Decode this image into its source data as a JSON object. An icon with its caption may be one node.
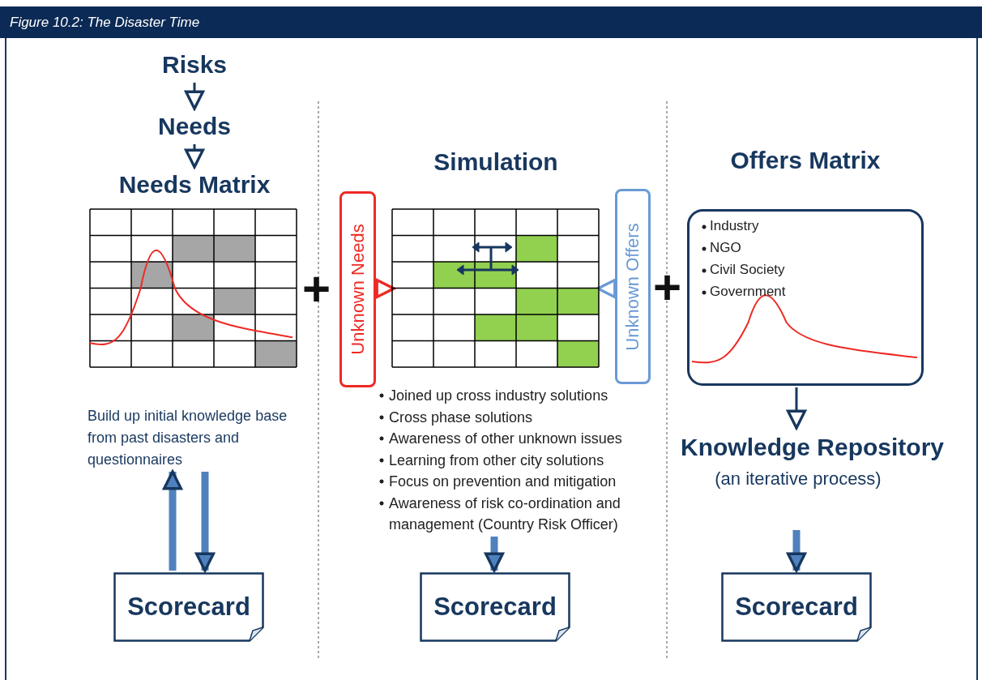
{
  "diagram": {
    "title": "Figure 10.2: The Disaster Time",
    "nodes": [
      {
        "text": [
          "Risks"
        ]
      },
      {
        "text": [
          "Needs"
        ]
      },
      {
        "text": [
          "Needs Matrix"
        ]
      },
      {
        "text": [
          "Simulation"
        ]
      },
      {
        "text": [
          "Unknown Needs"
        ]
      },
      {
        "text": [
          "Unknown Offers"
        ]
      },
      {
        "text": [
          "Offers Matrix",
          "Industry",
          "NGO",
          "Civil Society",
          "Government"
        ]
      },
      {
        "text": [
          "Build up initial knowledge base from past disasters and questionnaires"
        ]
      },
      {
        "text": [
          "Joined up cross industry solutions",
          "Cross phase solutions",
          "Awareness of other unknown issues",
          "Learning from other city solutions",
          "Focus on prevention and mitigation",
          "Awareness of risk co-ordination and management (Country Risk Officer)"
        ]
      },
      {
        "text": [
          "Knowledge Repository",
          "(an iterative process)"
        ]
      },
      {
        "text": [
          "Scorecard"
        ]
      },
      {
        "text": [
          "Scorecard"
        ]
      },
      {
        "text": [
          "Scorecard"
        ]
      }
    ],
    "edges": [
      {
        "from": 0,
        "to": 1,
        "arrow": "to",
        "color": "#17375e"
      },
      {
        "from": 1,
        "to": 2,
        "arrow": "to",
        "color": "#17375e"
      },
      {
        "from": 4,
        "to": 3,
        "arrow": "to",
        "color": "#ee2a24"
      },
      {
        "from": 5,
        "to": 3,
        "arrow": "to",
        "color": "#6a9ad6"
      },
      {
        "from": 6,
        "to": 9,
        "arrow": "to",
        "color": "#17375e"
      },
      {
        "from": 7,
        "to": 10,
        "arrow": "to",
        "style": "thick"
      },
      {
        "from": 10,
        "to": 7,
        "arrow": "to",
        "style": "thick"
      },
      {
        "from": 8,
        "to": 11,
        "arrow": "to",
        "style": "thick"
      },
      {
        "from": 9,
        "to": 12,
        "arrow": "to",
        "style": "thick"
      }
    ],
    "labels": [
      "+",
      "+"
    ]
  }
}
